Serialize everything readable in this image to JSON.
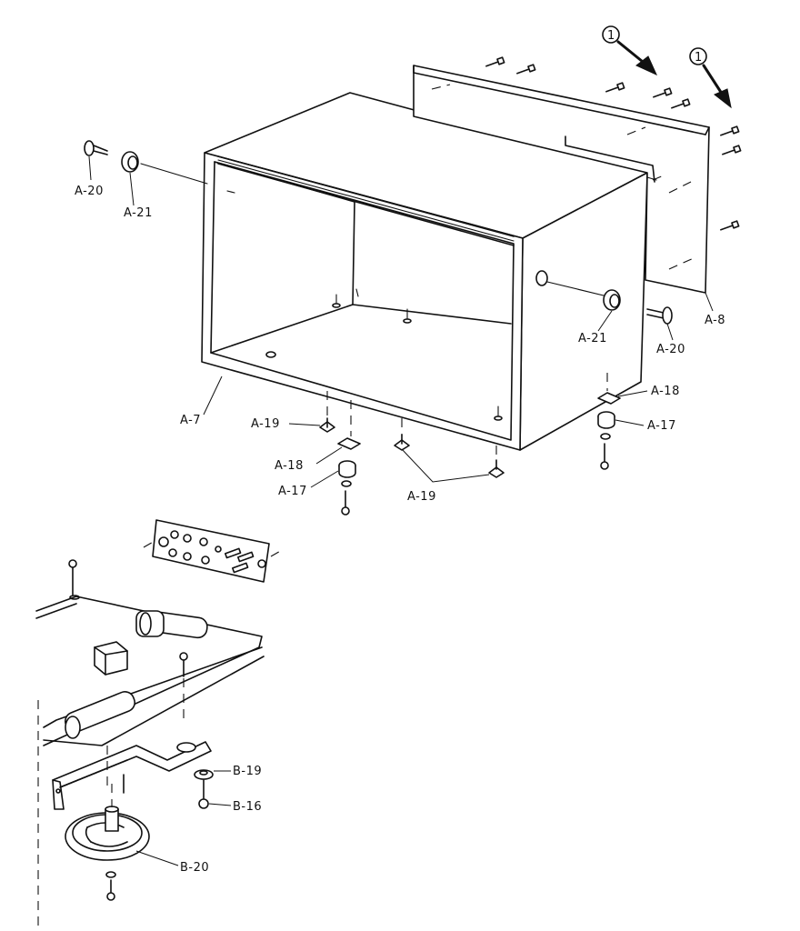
{
  "labels": {
    "a20_left": "A-20",
    "a21_left": "A-21",
    "a21_right": "A-21",
    "a20_right": "A-20",
    "a8": "A-8",
    "a7": "A-7",
    "a18_right": "A-18",
    "a17_right": "A-17",
    "a19_left": "A-19",
    "a18_left": "A-18",
    "a17_left": "A-17",
    "a19_bottom": "A-19",
    "b19": "B-19",
    "b16": "B-16",
    "b20": "B-20",
    "callout_1a": "1",
    "callout_1b": "1"
  }
}
